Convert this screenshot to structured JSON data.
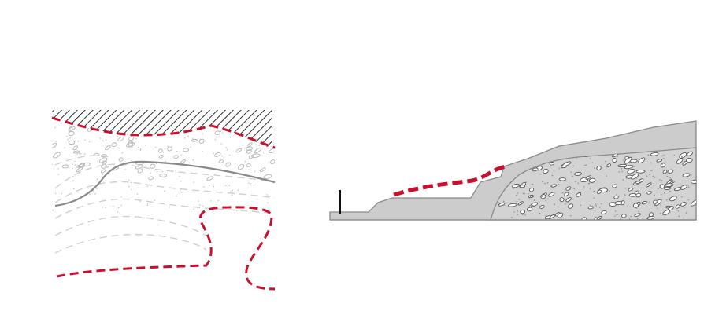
{
  "colors": {
    "background": "#ffffff",
    "boundary_red": "#c8102e",
    "fill_gray": "#cccccc",
    "outline_gray": "#8a8a8a",
    "hatch": "#2b2b2b",
    "pebble": "#b5b5b5",
    "strata_dash": "#cfcfcf",
    "marker": "#111111"
  },
  "panels": [
    {
      "name": "left-cross-section",
      "elements": [
        "hatched-cap",
        "pebble-layer",
        "strata-lines",
        "red-dashed-boundary-upper",
        "red-dashed-boundary-lower"
      ]
    },
    {
      "name": "right-cross-section",
      "elements": [
        "gray-landmass",
        "pebble-mound",
        "red-dashed-boundary",
        "vertical-marker"
      ]
    }
  ]
}
